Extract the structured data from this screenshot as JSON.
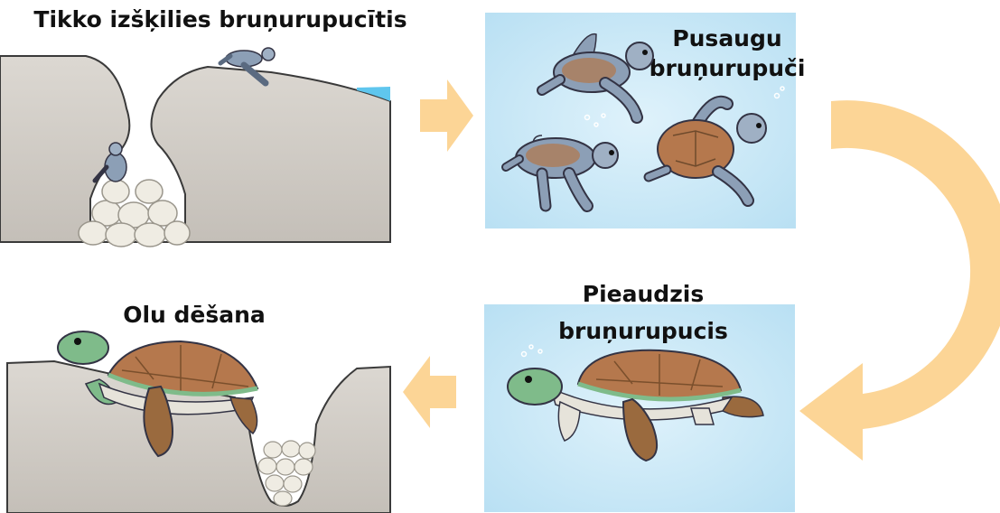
{
  "stages": [
    {
      "id": "hatchling",
      "title": "Tikko izšķilies bruņurupucītis"
    },
    {
      "id": "juveniles",
      "title_line1": "Pusaugu",
      "title_line2": "bruņurupuči"
    },
    {
      "id": "adult",
      "title_line1": "Pieaudzis",
      "title_line2": "bruņurupucis"
    },
    {
      "id": "laying",
      "title": "Olu dēšana"
    }
  ],
  "colors": {
    "arrow": "#fcd596",
    "water": "#c9e8f6",
    "sand": "#d3cfc9",
    "egg": "#efece3",
    "shell_brown": "#b5784d",
    "turtle_green": "#7fbb8a",
    "turtle_blue_gray": "#8c9fb6"
  }
}
